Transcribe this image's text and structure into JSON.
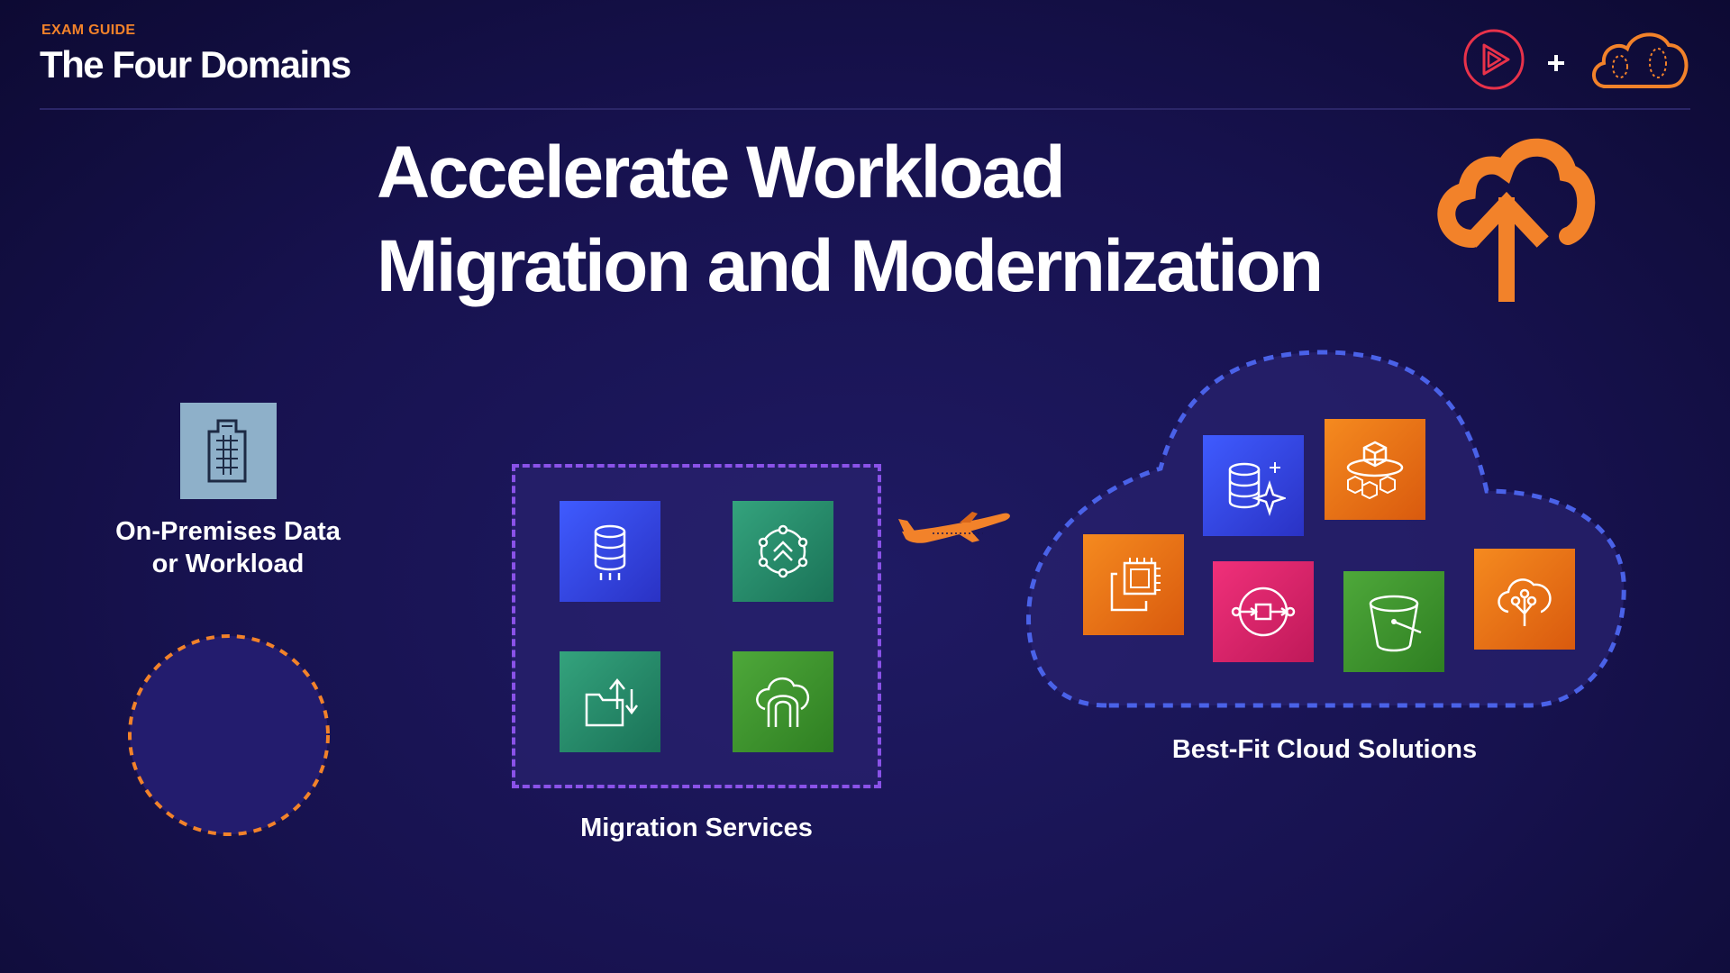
{
  "header": {
    "eyebrow": "EXAM GUIDE",
    "title": "The Four Domains",
    "logos": [
      "play-logo-icon",
      "plus-icon",
      "cloud-logo-icon"
    ]
  },
  "headline": {
    "line1": "Accelerate Workload",
    "line2": "Migration and Modernization"
  },
  "on_premises": {
    "label_line1": "On-Premises Data",
    "label_line2": "or Workload",
    "icon": "building-icon"
  },
  "migration": {
    "label": "Migration Services",
    "tiles": [
      "database-migration-icon",
      "migration-hub-icon",
      "transfer-family-icon",
      "datasync-icon"
    ]
  },
  "cloud": {
    "label": "Best-Fit Cloud Solutions",
    "tiles": [
      "database-sparkle-icon",
      "ecs-anywhere-icon",
      "ec2-chip-icon",
      "step-functions-icon",
      "s3-bucket-icon",
      "cloud-sensor-icon"
    ]
  },
  "colors": {
    "background": "#17124f",
    "accent_orange": "#f2822a",
    "migration_border": "#8a52e8",
    "cloud_border": "#4a62e8",
    "logo_red": "#e8324a"
  }
}
